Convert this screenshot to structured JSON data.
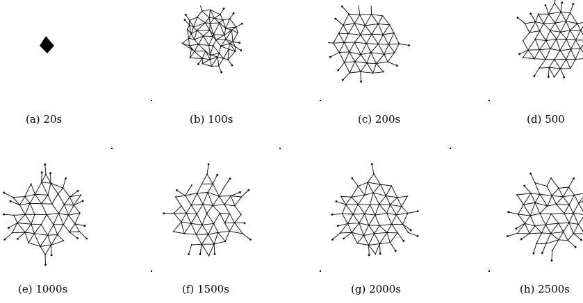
{
  "figure": {
    "panels": [
      {
        "id": "a",
        "caption": "(a) 20s"
      },
      {
        "id": "b",
        "caption": "(b) 100s"
      },
      {
        "id": "c",
        "caption": "(c) 200s"
      },
      {
        "id": "d",
        "caption": "(d) 500"
      },
      {
        "id": "e",
        "caption": "(e) 1000s"
      },
      {
        "id": "f",
        "caption": "(f) 1500s"
      },
      {
        "id": "g",
        "caption": "(g) 2000s"
      },
      {
        "id": "h",
        "caption": "(h) 2500s"
      }
    ]
  }
}
